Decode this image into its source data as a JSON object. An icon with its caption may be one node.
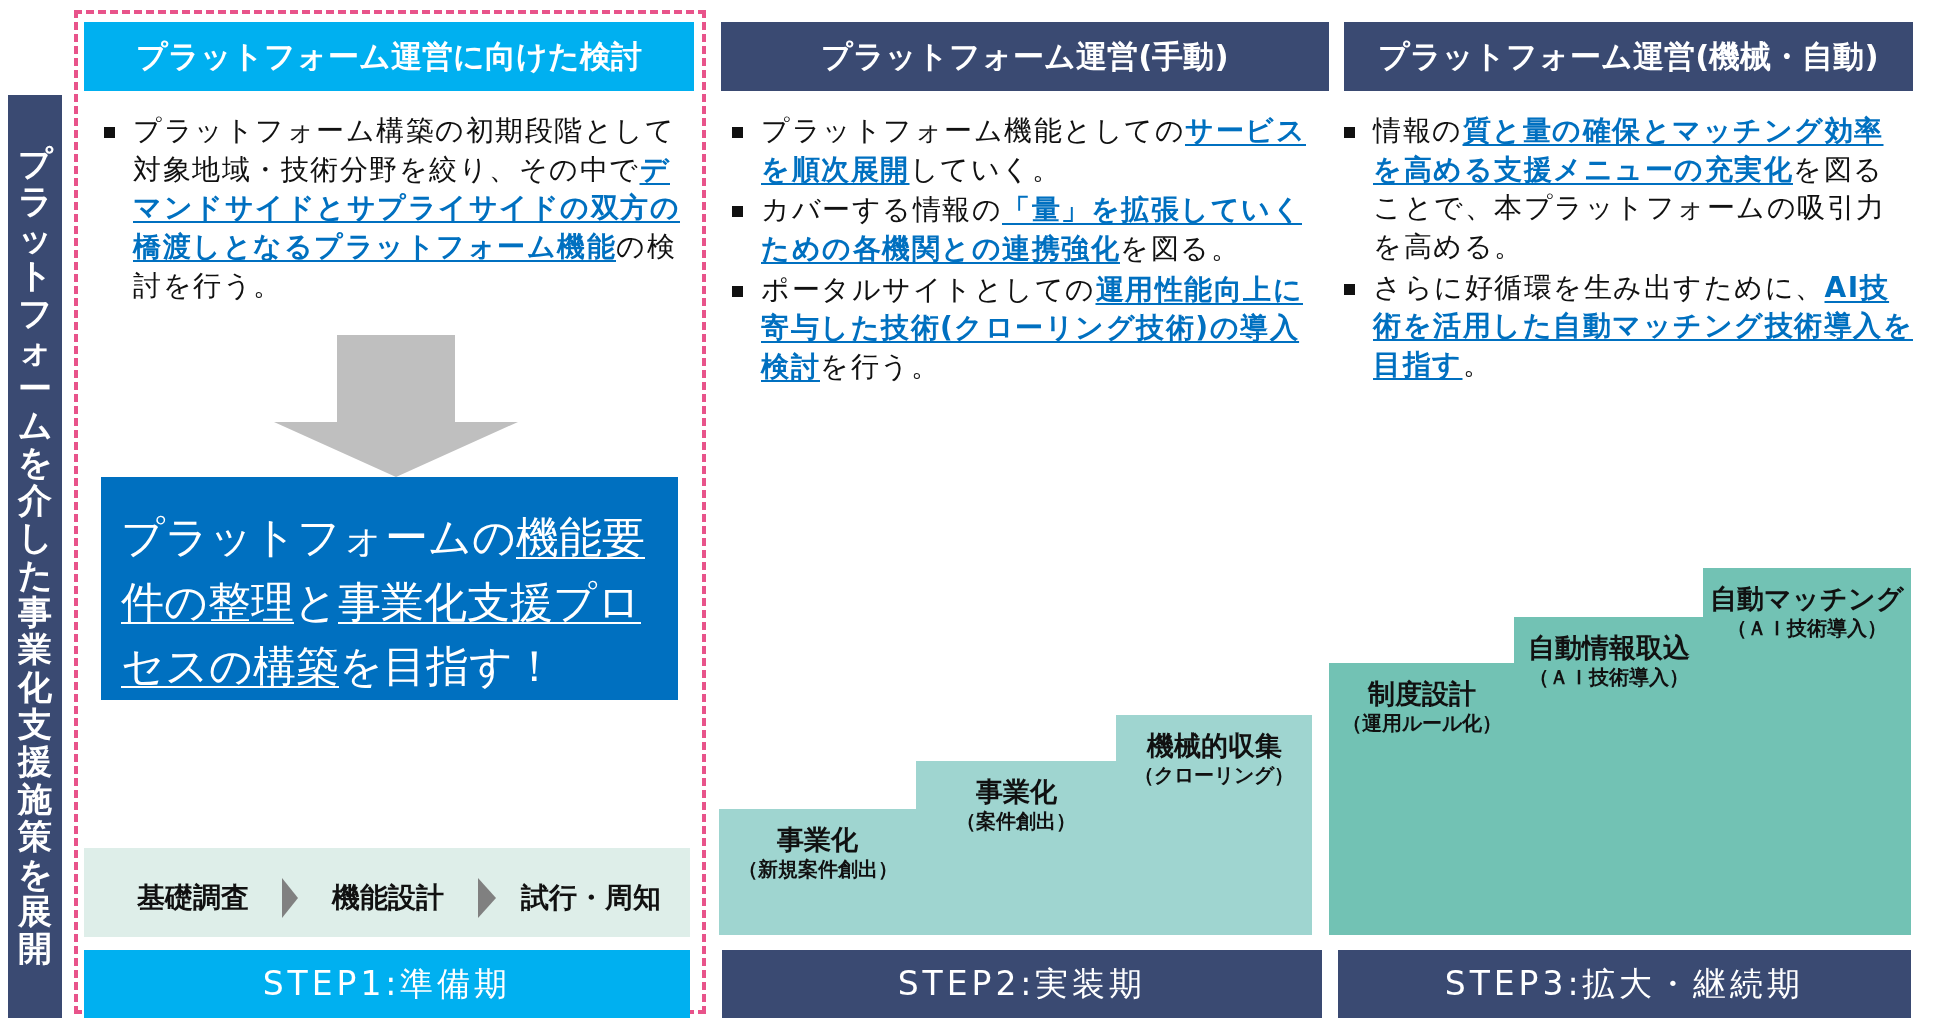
{
  "diagram": {
    "nodes": [
      {
        "text": [
          "プラットフォームを介した事業化支援施策を展開"
        ]
      },
      {
        "text": [],
        "shape": "box"
      },
      {
        "text": [
          "プラットフォーム運営に向けた検討"
        ],
        "in": 1
      },
      {
        "text": [
          "プラットフォーム構築の初期段階として対象地域・技術分野を絞り、その中で**デマンドサイドとサプライサイドの双方の橋渡しとなるプラットフォーム機能**の検討を行う。"
        ],
        "in": 1
      },
      {
        "text": [
          "プラットフォームの**機能要件の整理**と**事業化支援プロセスの構築**を目指す！"
        ],
        "in": 1
      },
      {
        "text": [],
        "shape": "bar",
        "in": 1
      },
      {
        "text": [
          "基礎調査"
        ],
        "in": 5
      },
      {
        "text": [
          "機能設計"
        ],
        "in": 5
      },
      {
        "text": [
          "試行・周知"
        ],
        "in": 5
      },
      {
        "text": [
          "STEP1:準備期"
        ],
        "in": 1
      },
      {
        "text": [
          "プラットフォーム運営(手動)"
        ]
      },
      {
        "text": [
          "事業化",
          "（新規案件創出）"
        ]
      },
      {
        "text": [
          "事業化",
          "（案件創出）"
        ]
      },
      {
        "text": [
          "機械的収集",
          "（クローリング）"
        ]
      },
      {
        "text": [
          "STEP2:実装期"
        ]
      },
      {
        "text": [
          "プラットフォーム運営(機械・自動)"
        ]
      },
      {
        "text": [
          "制度設計",
          "（運用ルール化）"
        ]
      },
      {
        "text": [
          "自動情報取込",
          "（ＡＩ技術導入）"
        ]
      },
      {
        "text": [
          "自動マッチング",
          "（ＡＩ技術導入）"
        ]
      },
      {
        "text": [
          "STEP3:拡大・継続期"
        ]
      }
    ],
    "edges": [
      {
        "from": 3,
        "to": 4,
        "arrow": "to",
        "style": "thick",
        "color": "#bfbfbf"
      },
      {
        "from": 6,
        "to": 7,
        "arrow": "to"
      },
      {
        "from": 7,
        "to": 8,
        "arrow": "to"
      }
    ],
    "labels": [
      "プラットフォーム機能としての**サービスを順次展開**していく。",
      "カバーする情報の**「量」を拡張していくための各機関との連携強化**を図る。",
      "ポータルサイトとしての**運用性能向上に寄与した技術(クローリング技術)の導入検討**を行う。",
      "情報の**質と量の確保とマッチング効率を高める支援メニューの充実化**を図ることで、本プラットフォームの吸引力を高める。",
      "さらに好循環を生み出すために、**AI技術を活用した自動マッチング技術導入を目指す**。"
    ]
  }
}
